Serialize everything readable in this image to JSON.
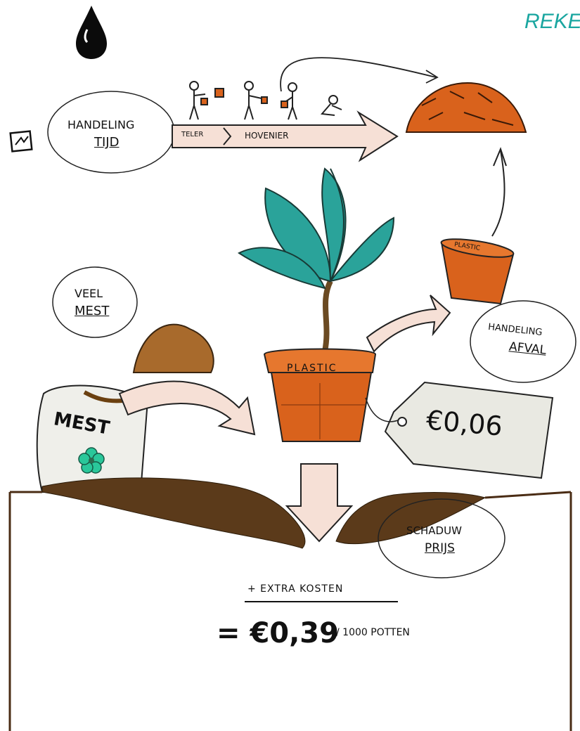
{
  "header": {
    "title": "REKEN"
  },
  "timeline": {
    "bubble_line1": "HANDELING",
    "bubble_line2": "TIJD",
    "arrow_label_1": "TELER",
    "arrow_label_2": "HOVENIER"
  },
  "manure": {
    "bubble_line1": "VEEL",
    "bubble_line2": "MEST",
    "bag_label": "MEST"
  },
  "pot": {
    "label": "PLASTIC"
  },
  "small_pot": {
    "label": "PLASTIC"
  },
  "waste": {
    "bubble_line1": "HANDELING",
    "bubble_line2": "AFVAL"
  },
  "price_tag": {
    "value": "€0,06"
  },
  "shadow": {
    "bubble_line1": "SCHADUW",
    "bubble_line2": "PRIJS"
  },
  "result": {
    "extra_costs": "+ EXTRA KOSTEN",
    "equals_value": "= €0,39",
    "per_unit": "/ 1000 POTTEN"
  },
  "colors": {
    "teal": "#1aa6a0",
    "leaf": "#2aa39a",
    "pot_orange": "#d9621c",
    "soil": "#5b3a1a",
    "arrow_fill": "#f6e0d6",
    "tag_fill": "#e9e9e2"
  }
}
